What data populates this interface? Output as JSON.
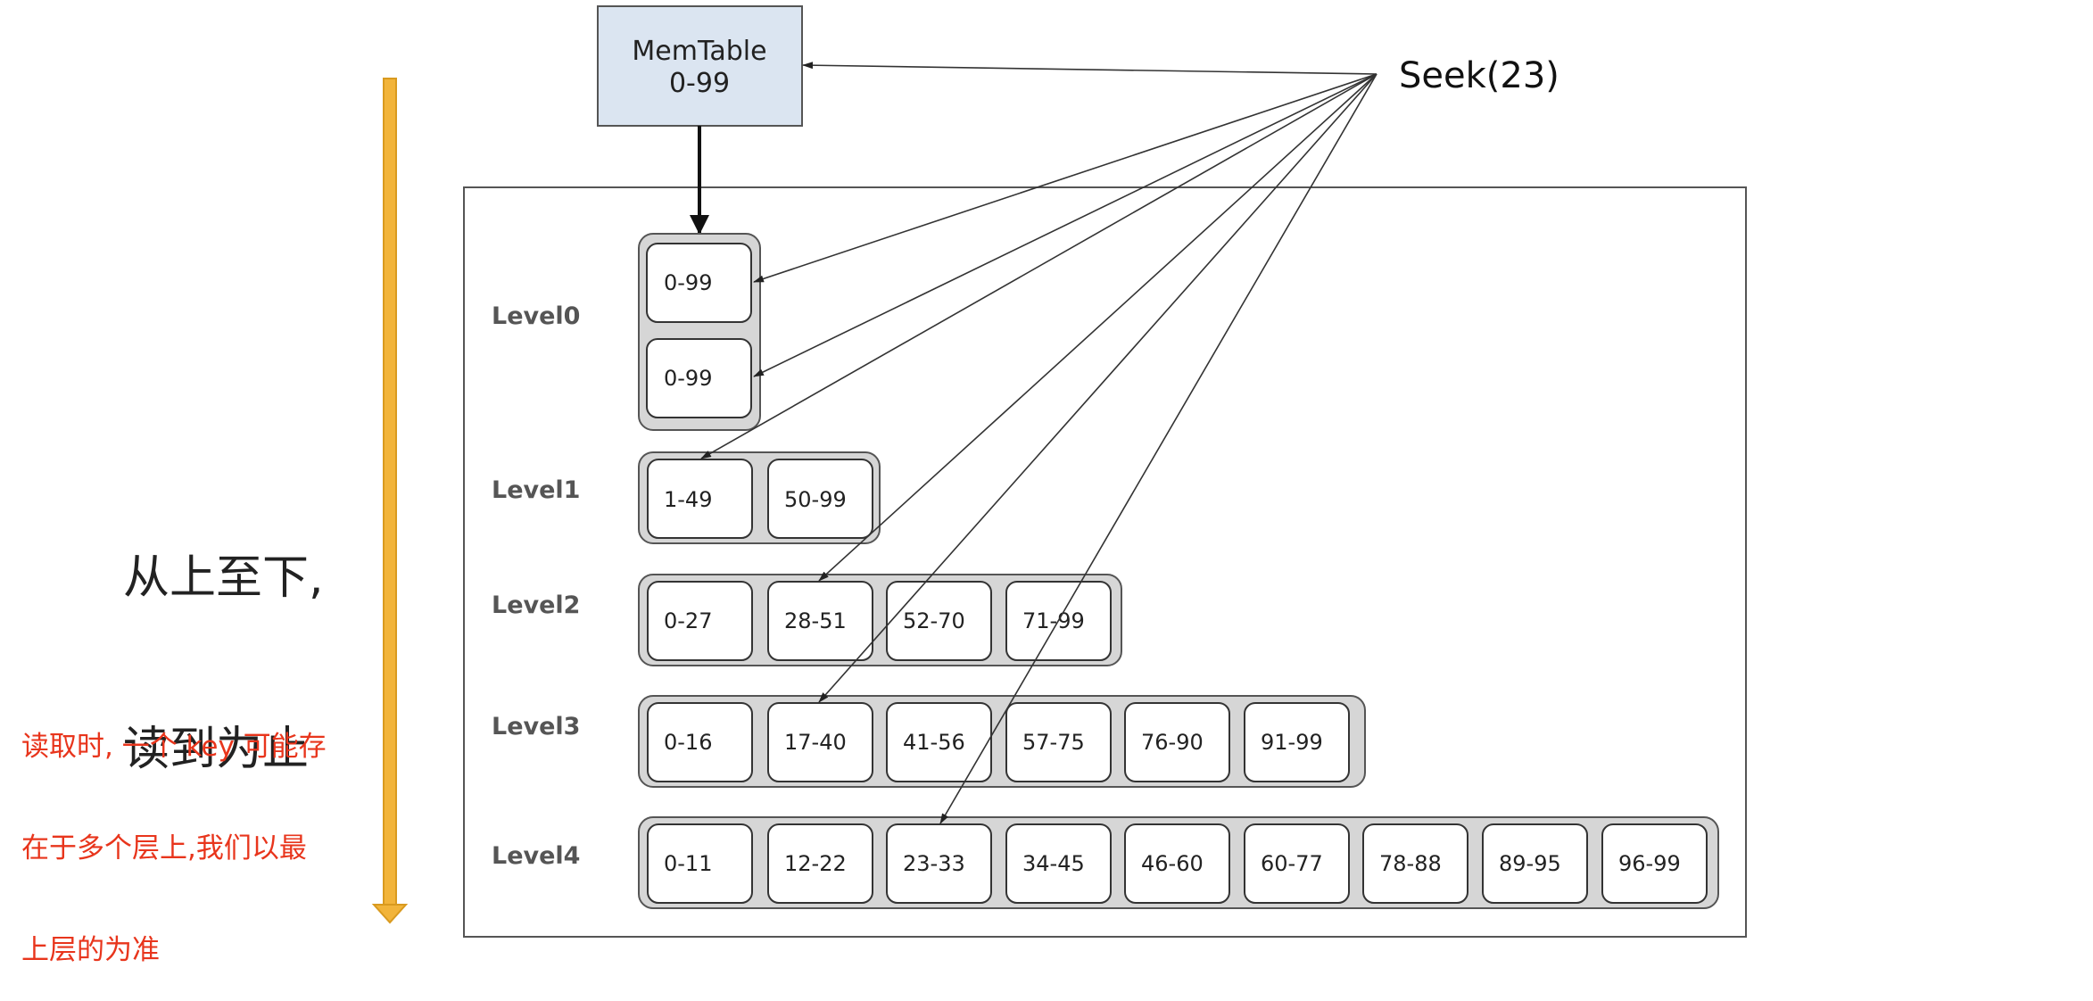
{
  "memtable": {
    "title": "MemTable",
    "range": "0-99"
  },
  "seek": {
    "label": "Seek(23)"
  },
  "levels": [
    {
      "name": "Level0",
      "tables": [
        "0-99",
        "0-99"
      ]
    },
    {
      "name": "Level1",
      "tables": [
        "1-49",
        "50-99"
      ]
    },
    {
      "name": "Level2",
      "tables": [
        "0-27",
        "28-51",
        "52-70",
        "71-99"
      ]
    },
    {
      "name": "Level3",
      "tables": [
        "0-16",
        "17-40",
        "41-56",
        "57-75",
        "76-90",
        "91-99"
      ]
    },
    {
      "name": "Level4",
      "tables": [
        "0-11",
        "12-22",
        "23-33",
        "34-45",
        "46-60",
        "60-77",
        "78-88",
        "89-95",
        "96-99"
      ]
    }
  ],
  "annotations": {
    "read_order": [
      "从上至下,",
      "读到为止"
    ],
    "note": [
      "读取时, 一个 key 可能存",
      "在于多个层上,我们以最",
      "上层的为准"
    ]
  },
  "colors": {
    "memtable_fill": "#dbe5f1",
    "arrow_orange": "#f2b43a",
    "note_red": "#e8351c",
    "group_fill": "#d6d6d6"
  }
}
